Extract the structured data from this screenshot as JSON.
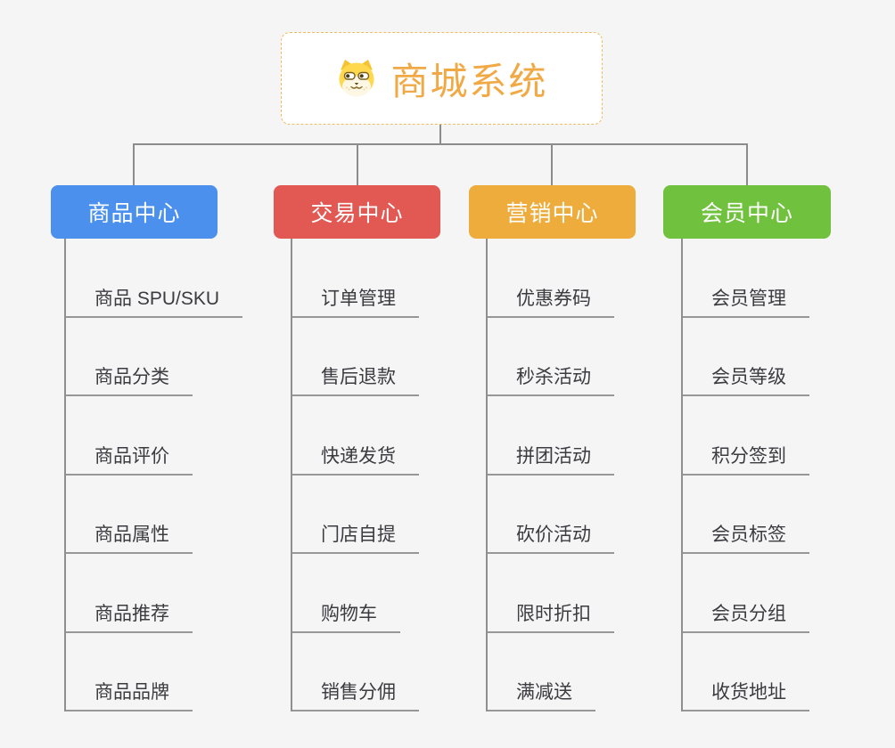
{
  "canvas": {
    "background": "#F5F5F6",
    "connector_color": "#8C8C8C"
  },
  "root": {
    "title": "商城系统",
    "icon": "shiba-dog-icon",
    "text_color": "#F0A944",
    "border_color": "#F2B95F",
    "background": "#FFFFFF"
  },
  "branches": [
    {
      "label": "商品中心",
      "color": "#4A90EC",
      "items": [
        "商品 SPU/SKU",
        "商品分类",
        "商品评价",
        "商品属性",
        "商品推荐",
        "商品品牌"
      ]
    },
    {
      "label": "交易中心",
      "color": "#E25853",
      "items": [
        "订单管理",
        "售后退款",
        "快递发货",
        "门店自提",
        "购物车",
        "销售分佣"
      ]
    },
    {
      "label": "营销中心",
      "color": "#EDAC3C",
      "items": [
        "优惠券码",
        "秒杀活动",
        "拼团活动",
        "砍价活动",
        "限时折扣",
        "满减送"
      ]
    },
    {
      "label": "会员中心",
      "color": "#70C13E",
      "items": [
        "会员管理",
        "会员等级",
        "积分签到",
        "会员标签",
        "会员分组",
        "收货地址"
      ]
    }
  ]
}
